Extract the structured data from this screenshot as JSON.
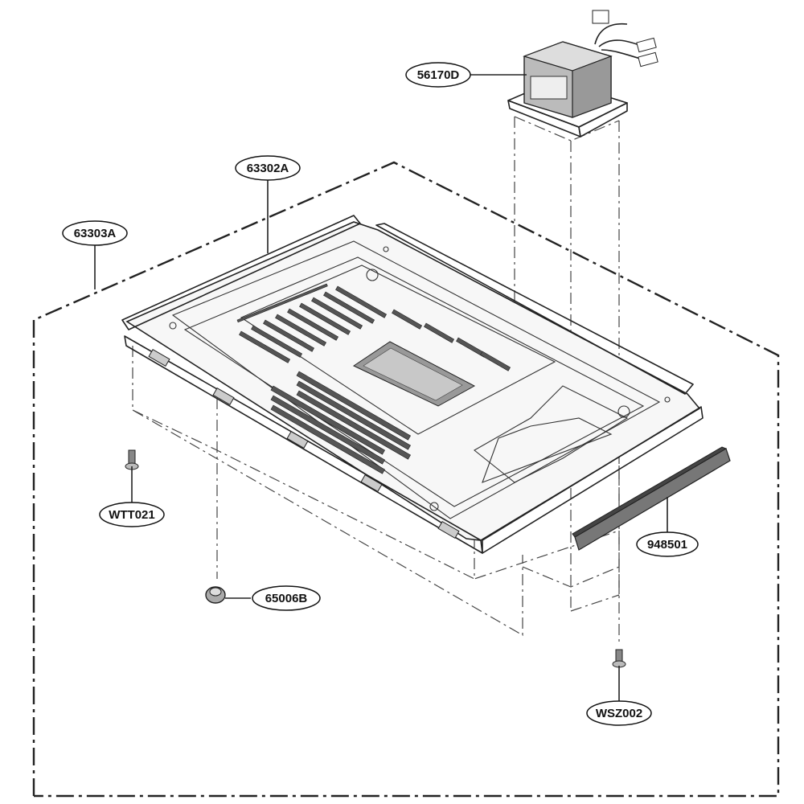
{
  "parts": [
    {
      "id": "transformer",
      "label": "56170D"
    },
    {
      "id": "base-plate",
      "label": "63302A"
    },
    {
      "id": "outer-case",
      "label": "63303A"
    },
    {
      "id": "screw-left",
      "label": "WTT021"
    },
    {
      "id": "foot",
      "label": "65006B"
    },
    {
      "id": "filter-strip",
      "label": "948501"
    },
    {
      "id": "screw-right",
      "label": "WSZ002"
    }
  ]
}
